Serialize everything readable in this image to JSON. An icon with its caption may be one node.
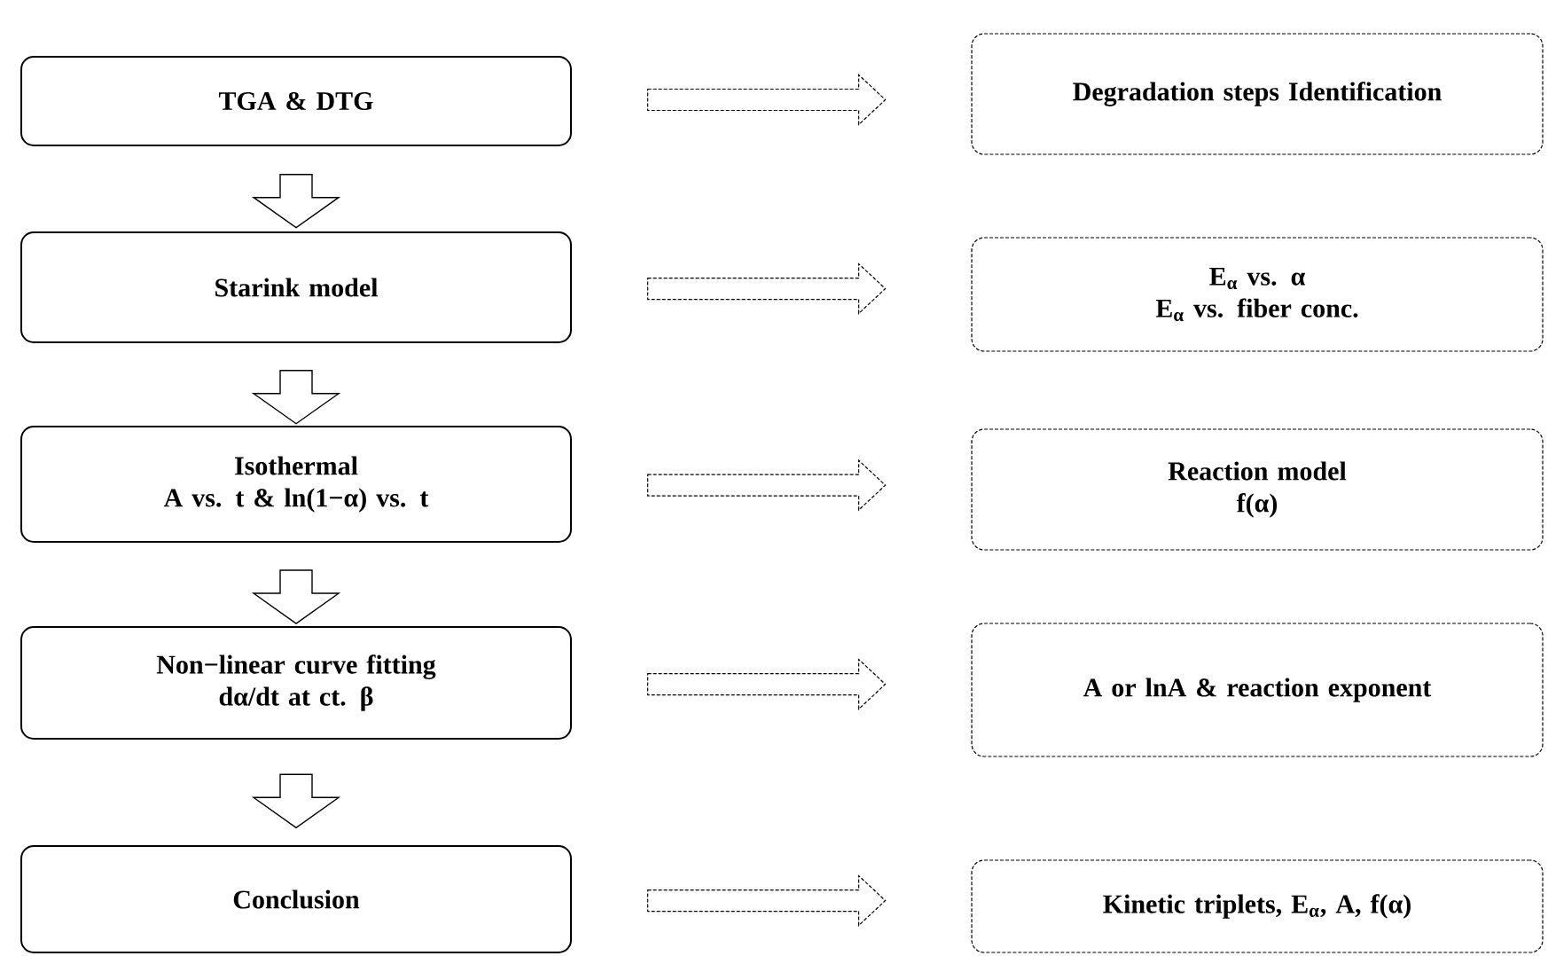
{
  "diagram": {
    "nodes": [
      {
        "text": [
          "TGA & DTG"
        ]
      },
      {
        "text": [
          "Starink model"
        ]
      },
      {
        "text": [
          "Isothermal",
          "A vs. t & ln(1−α) vs. t"
        ]
      },
      {
        "text": [
          "Non−linear curve fitting",
          "dα/dt at ct. β"
        ]
      },
      {
        "text": [
          "Conclusion"
        ]
      },
      {
        "text": [
          "Degradation steps Identification"
        ]
      },
      {
        "text": [
          "E$_{α}$ vs. α",
          "E$_{α}$ vs. fiber conc."
        ]
      },
      {
        "text": [
          "Reaction model",
          "f(α)"
        ]
      },
      {
        "text": [
          "A or lnA & reaction exponent"
        ]
      },
      {
        "text": [
          "Kinetic triplets, E$_{α}$, A, f(α)"
        ]
      }
    ],
    "edges": [
      {
        "from": 0,
        "to": 1,
        "arrow": "to"
      },
      {
        "from": 1,
        "to": 2,
        "arrow": "to"
      },
      {
        "from": 2,
        "to": 3,
        "arrow": "to"
      },
      {
        "from": 3,
        "to": 4,
        "arrow": "to"
      },
      {
        "from": 0,
        "to": 5,
        "arrow": "to",
        "style": "dashed"
      },
      {
        "from": 1,
        "to": 6,
        "arrow": "to",
        "style": "dashed"
      },
      {
        "from": 2,
        "to": 7,
        "arrow": "to",
        "style": "dashed"
      },
      {
        "from": 3,
        "to": 8,
        "arrow": "to",
        "style": "dashed"
      },
      {
        "from": 4,
        "to": 9,
        "arrow": "to",
        "style": "dashed"
      }
    ]
  }
}
